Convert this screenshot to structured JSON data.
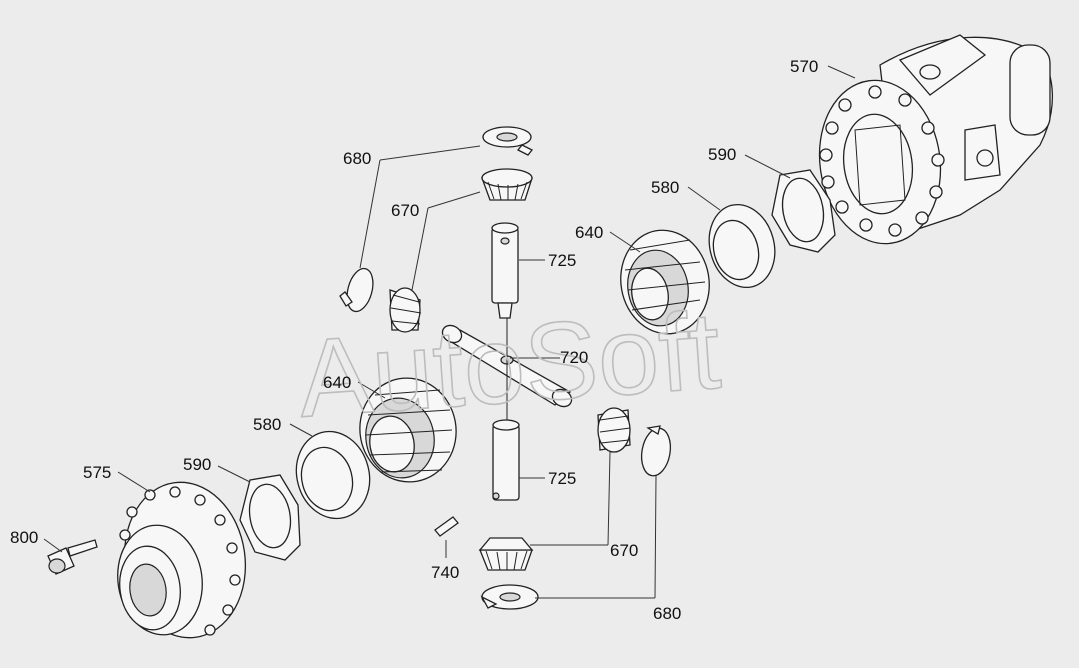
{
  "watermark": "AutoSoft",
  "callouts": [
    {
      "id": "c570",
      "text": "570"
    },
    {
      "id": "c590a",
      "text": "590"
    },
    {
      "id": "c580a",
      "text": "580"
    },
    {
      "id": "c640a",
      "text": "640"
    },
    {
      "id": "c680a",
      "text": "680"
    },
    {
      "id": "c670a",
      "text": "670"
    },
    {
      "id": "c725a",
      "text": "725"
    },
    {
      "id": "c720",
      "text": "720"
    },
    {
      "id": "c640b",
      "text": "640"
    },
    {
      "id": "c580b",
      "text": "580"
    },
    {
      "id": "c590b",
      "text": "590"
    },
    {
      "id": "c575",
      "text": "575"
    },
    {
      "id": "c800",
      "text": "800"
    },
    {
      "id": "c725b",
      "text": "725"
    },
    {
      "id": "c740",
      "text": "740"
    },
    {
      "id": "c670b",
      "text": "670"
    },
    {
      "id": "c680b",
      "text": "680"
    }
  ]
}
